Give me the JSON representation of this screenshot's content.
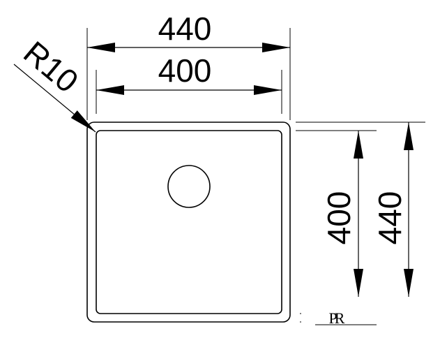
{
  "dimensions": {
    "outer_width": "440",
    "inner_width": "400",
    "inner_height": "400",
    "outer_height": "440",
    "corner_radius": "R10"
  },
  "maker_mark": "PR",
  "colors": {
    "line": "#000000",
    "background": "#ffffff"
  }
}
